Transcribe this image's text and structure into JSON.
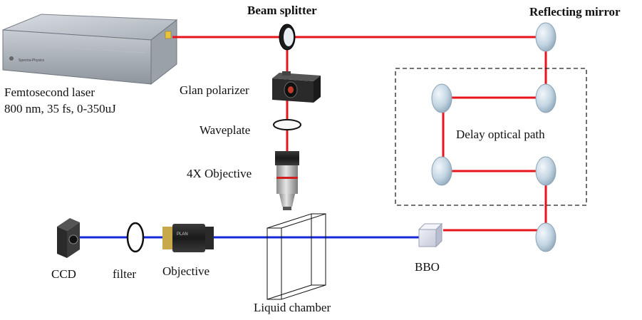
{
  "labels": {
    "laser_line1": "Femtosecond laser",
    "laser_line2": "800 nm, 35 fs, 0-350uJ",
    "beam_splitter": "Beam splitter",
    "reflecting_mirror": "Reflecting mirror",
    "glan_polarizer": "Glan polarizer",
    "waveplate": "Waveplate",
    "objective_4x": "4X Objective",
    "delay_path": "Delay optical path",
    "ccd": "CCD",
    "filter": "filter",
    "objective": "Objective",
    "liquid_chamber": "Liquid chamber",
    "bbo": "BBO"
  },
  "colors": {
    "pump_beam": "#e8141c",
    "probe_beam": "#1428d8",
    "mirror": "#c9dce8",
    "dashed_box": "#222222"
  }
}
